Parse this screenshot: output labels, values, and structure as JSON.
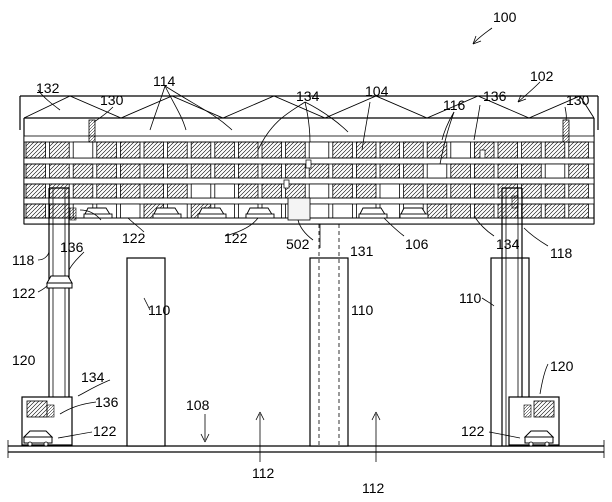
{
  "figure": {
    "labels": {
      "ref_100": "100",
      "ref_102": "102",
      "ref_104": "104",
      "ref_106": "106",
      "ref_108": "108",
      "ref_110": "110",
      "ref_112": "112",
      "ref_114": "114",
      "ref_116": "116",
      "ref_118": "118",
      "ref_120": "120",
      "ref_122": "122",
      "ref_130": "130",
      "ref_131": "131",
      "ref_132": "132",
      "ref_134": "134",
      "ref_136": "136",
      "ref_502": "502"
    }
  }
}
